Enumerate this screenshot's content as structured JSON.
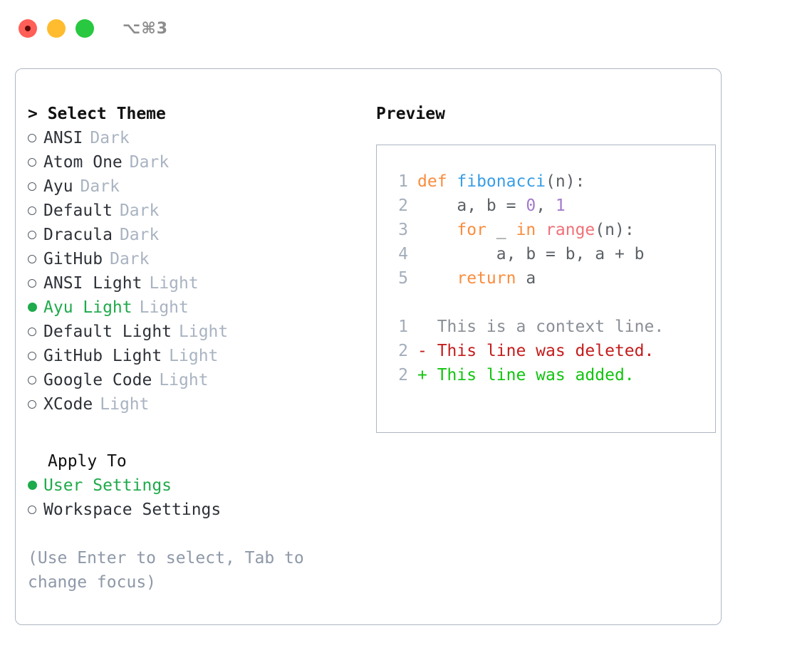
{
  "titlebar": {
    "shortcut": "⌥⌘3",
    "buttons": [
      {
        "name": "close",
        "color": "#ff5f57"
      },
      {
        "name": "minimize",
        "color": "#febc2e"
      },
      {
        "name": "maximize",
        "color": "#28c840"
      }
    ]
  },
  "theme_list": {
    "header": "> Select Theme",
    "items": [
      {
        "label": "ANSI",
        "badge": "Dark",
        "selected": false
      },
      {
        "label": "Atom One",
        "badge": "Dark",
        "selected": false
      },
      {
        "label": "Ayu",
        "badge": "Dark",
        "selected": false
      },
      {
        "label": "Default",
        "badge": "Dark",
        "selected": false
      },
      {
        "label": "Dracula",
        "badge": "Dark",
        "selected": false
      },
      {
        "label": "GitHub",
        "badge": "Dark",
        "selected": false
      },
      {
        "label": "ANSI Light",
        "badge": "Light",
        "selected": false
      },
      {
        "label": "Ayu Light",
        "badge": "Light",
        "selected": true
      },
      {
        "label": "Default Light",
        "badge": "Light",
        "selected": false
      },
      {
        "label": "GitHub Light",
        "badge": "Light",
        "selected": false
      },
      {
        "label": "Google Code",
        "badge": "Light",
        "selected": false
      },
      {
        "label": "XCode",
        "badge": "Light",
        "selected": false
      }
    ]
  },
  "apply_to": {
    "header": "Apply To",
    "items": [
      {
        "label": "User Settings",
        "selected": true
      },
      {
        "label": "Workspace Settings",
        "selected": false
      }
    ]
  },
  "hint": "(Use Enter to select, Tab to change focus)",
  "preview": {
    "title": "Preview",
    "code_lines": [
      {
        "number": "1",
        "tokens": [
          {
            "text": "def ",
            "kind": "kw"
          },
          {
            "text": "fibonacci",
            "kind": "fn"
          },
          {
            "text": "(n):",
            "kind": "txt"
          }
        ]
      },
      {
        "number": "2",
        "tokens": [
          {
            "text": "    a, b = ",
            "kind": "txt"
          },
          {
            "text": "0",
            "kind": "num"
          },
          {
            "text": ", ",
            "kind": "txt"
          },
          {
            "text": "1",
            "kind": "num"
          }
        ]
      },
      {
        "number": "3",
        "tokens": [
          {
            "text": "    ",
            "kind": "txt"
          },
          {
            "text": "for",
            "kind": "kw"
          },
          {
            "text": " _ ",
            "kind": "txt"
          },
          {
            "text": "in",
            "kind": "kw"
          },
          {
            "text": " ",
            "kind": "txt"
          },
          {
            "text": "range",
            "kind": "call"
          },
          {
            "text": "(n):",
            "kind": "txt"
          }
        ]
      },
      {
        "number": "4",
        "tokens": [
          {
            "text": "        a, b = b, a + b",
            "kind": "txt"
          }
        ]
      },
      {
        "number": "5",
        "tokens": [
          {
            "text": "    ",
            "kind": "txt"
          },
          {
            "text": "return",
            "kind": "kw"
          },
          {
            "text": " a",
            "kind": "txt"
          }
        ]
      }
    ],
    "diff_lines": [
      {
        "number": "1",
        "marker": "  ",
        "text": "This is a context line.",
        "kind": "ctx"
      },
      {
        "number": "2",
        "marker": "- ",
        "text": "This line was deleted.",
        "kind": "del"
      },
      {
        "number": "2",
        "marker": "+ ",
        "text": "This line was added.",
        "kind": "add"
      }
    ]
  },
  "colors": {
    "accent_green": "#1faa4b",
    "badge_gray": "#a9b3c1",
    "hint_gray": "#8e98a8",
    "border": "#aeb6c2",
    "kw_orange": "#fa8d3e",
    "fn_blue": "#399ee6",
    "num_purple": "#a37acc",
    "call_red": "#f07178",
    "diff_del_red": "#c41d1d",
    "diff_add_green": "#12c40f"
  }
}
